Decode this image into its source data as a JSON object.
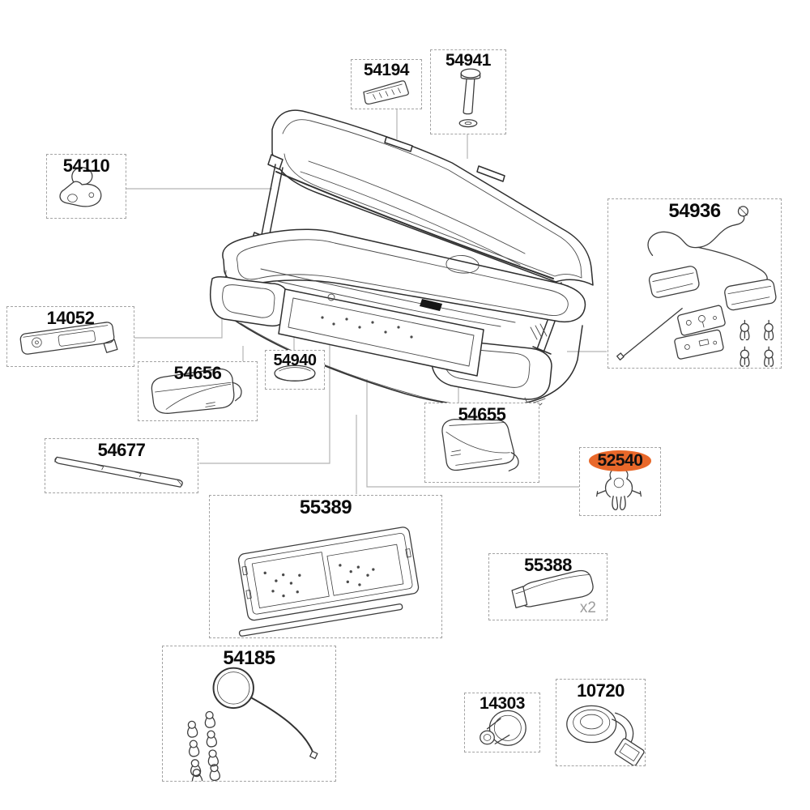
{
  "diagram": {
    "type": "exploded-parts-diagram",
    "subject": "roof cargo box with open lid",
    "highlight_color": "#e8682a",
    "connector_color": "#b3b3b3",
    "parts": {
      "p54194": {
        "label": "54194",
        "icon": "brand-badge-icon",
        "highlighted": false
      },
      "p54941": {
        "label": "54941",
        "icon": "bolt-washer-icon",
        "highlighted": false
      },
      "p54110": {
        "label": "54110",
        "icon": "lid-hook-icon",
        "highlighted": false
      },
      "p54936": {
        "label": "54936",
        "icon": "light-wiring-kit-icon",
        "highlighted": false
      },
      "p14052": {
        "label": "14052",
        "icon": "lock-handle-icon",
        "highlighted": false
      },
      "p54656": {
        "label": "54656",
        "icon": "end-cap-left-icon",
        "highlighted": false
      },
      "p54940": {
        "label": "54940",
        "icon": "oval-cover-cap-icon",
        "highlighted": false
      },
      "p54677": {
        "label": "54677",
        "icon": "trim-strip-icon",
        "highlighted": false
      },
      "p54655": {
        "label": "54655",
        "icon": "end-cap-right-icon",
        "highlighted": false
      },
      "p52540": {
        "label": "52540",
        "icon": "retainer-clip-icon",
        "highlighted": true
      },
      "p55389": {
        "label": "55389",
        "icon": "license-plate-holder-icon",
        "highlighted": false
      },
      "p55388": {
        "label": "55388",
        "icon": "cover-block-icon",
        "highlighted": false,
        "quantity_note": "x2"
      },
      "p54185": {
        "label": "54185",
        "icon": "cable-loop-clips-icon",
        "highlighted": false
      },
      "p14303": {
        "label": "14303",
        "icon": "grommet-plug-icon",
        "highlighted": false
      },
      "p10720": {
        "label": "10720",
        "icon": "strap-roll-icon",
        "highlighted": false
      }
    }
  }
}
